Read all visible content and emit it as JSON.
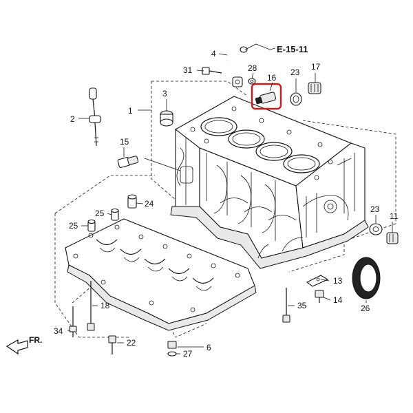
{
  "reference": "E-15-11",
  "front_label": "FR.",
  "parts": {
    "p1": "1",
    "p2": "2",
    "p3": "3",
    "p4": "4",
    "p6": "6",
    "p11": "11",
    "p13": "13",
    "p14": "14",
    "p15": "15",
    "p16": "16",
    "p17": "17",
    "p18": "18",
    "p22": "22",
    "p23a": "23",
    "p23b": "23",
    "p24": "24",
    "p25a": "25",
    "p25b": "25",
    "p26": "26",
    "p27": "27",
    "p28": "28",
    "p31": "31",
    "p34": "34",
    "p35": "35"
  },
  "highlight_color": "#d11a1a"
}
